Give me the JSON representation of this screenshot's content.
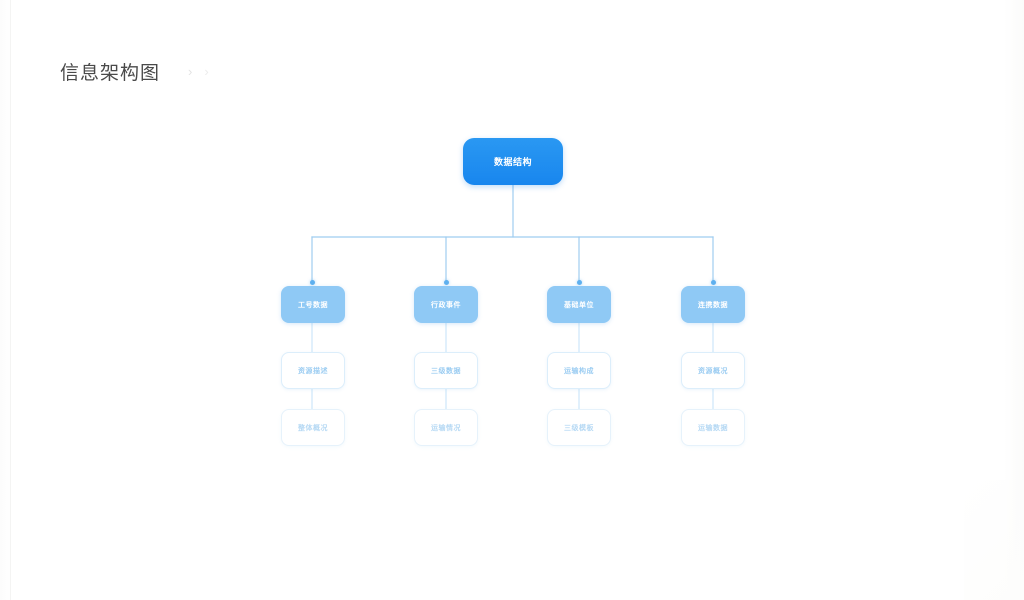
{
  "header": {
    "title": "信息架构图",
    "breadcrumb_separator_1": "›",
    "breadcrumb_separator_2": "›"
  },
  "theme": {
    "background": "#ffffff",
    "root_blue": "#1e90f0",
    "level2_blue": "#8fc9f5",
    "connector_blue": "#9fcdf0",
    "level3_text": "#9ccdf2",
    "level4_text": "#b6d9f4",
    "title_color": "#4a4a4a",
    "chevron_color": "#e3e3e3"
  },
  "diagram": {
    "type": "org-tree",
    "root": {
      "label": "数据结构"
    },
    "columns": [
      {
        "level2": {
          "label": "工号数据"
        },
        "level3": {
          "label": "资源描述"
        },
        "level4": {
          "label": "整体概况"
        }
      },
      {
        "level2": {
          "label": "行政事件"
        },
        "level3": {
          "label": "三级数据"
        },
        "level4": {
          "label": "运输情况"
        }
      },
      {
        "level2": {
          "label": "基础单位"
        },
        "level3": {
          "label": "运输构成"
        },
        "level4": {
          "label": "三级模板"
        }
      },
      {
        "level2": {
          "label": "连携数据"
        },
        "level3": {
          "label": "资源概况"
        },
        "level4": {
          "label": "运输数据"
        }
      }
    ]
  }
}
